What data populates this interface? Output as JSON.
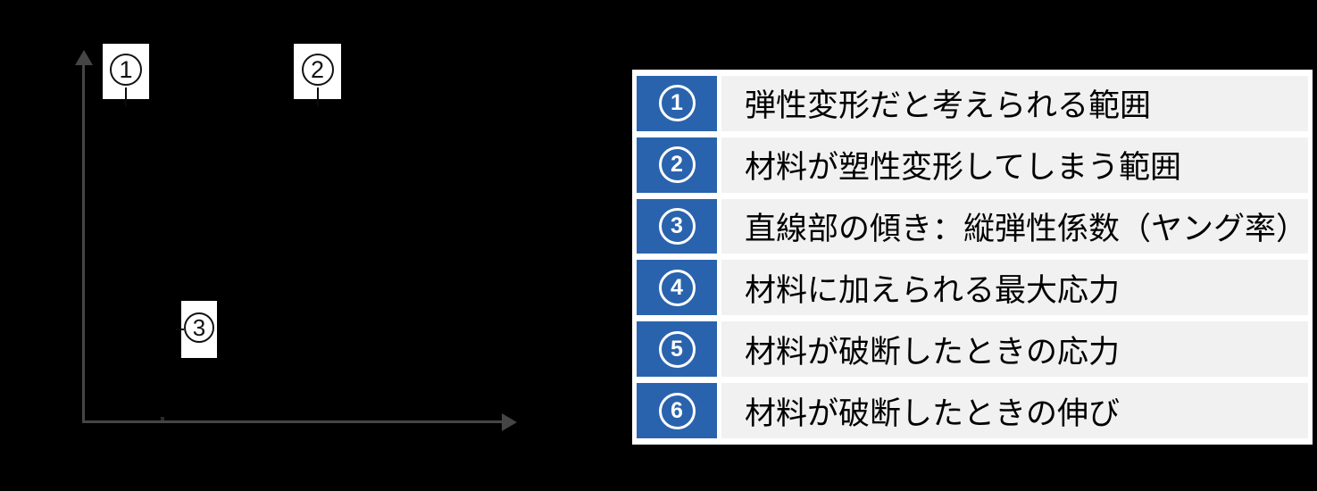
{
  "colors": {
    "bg": "#000000",
    "axis": "#454545",
    "accent": "#2A63AD",
    "rowbg": "#F1F1F1",
    "table_border": "#FFFFFF"
  },
  "diagram": {
    "description": "stress-strain curve axes (curve drawn in black, invisible on black background)",
    "labels": [
      {
        "num": "1"
      },
      {
        "num": "2"
      },
      {
        "num": "3"
      }
    ]
  },
  "legend_table": {
    "rows": [
      {
        "num": "1",
        "text": "弾性変形だと考えられる範囲"
      },
      {
        "num": "2",
        "text": "材料が塑性変形してしまう範囲"
      },
      {
        "num": "3",
        "text": "直線部の傾き：縦弾性係数（ヤング率）"
      },
      {
        "num": "4",
        "text": "材料に加えられる最大応力"
      },
      {
        "num": "5",
        "text": "材料が破断したときの応力"
      },
      {
        "num": "6",
        "text": "材料が破断したときの伸び"
      }
    ]
  }
}
